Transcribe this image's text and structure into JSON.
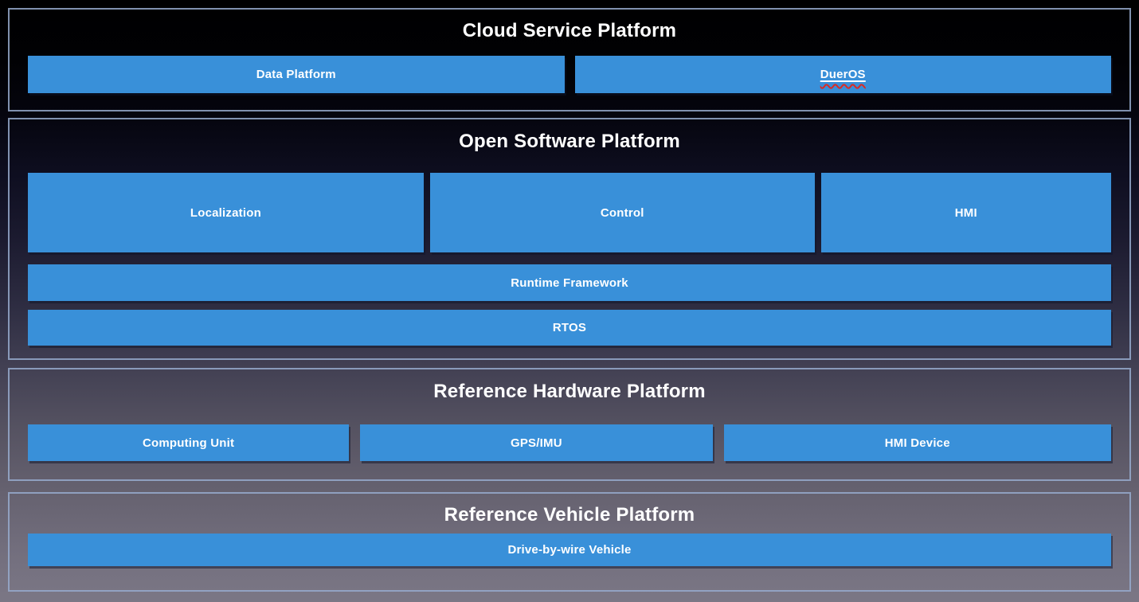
{
  "diagram": {
    "sections": [
      {
        "title": "Cloud Service Platform",
        "boxes": [
          {
            "label": "Data Platform"
          },
          {
            "label": "DuerOS",
            "decoration": "underline-with-red-spellcheck-squiggle"
          }
        ]
      },
      {
        "title": "Open Software Platform",
        "modules": [
          {
            "label": "Localization"
          },
          {
            "label": "Control"
          },
          {
            "label": "HMI"
          }
        ],
        "layers": [
          {
            "label": "Runtime Framework"
          },
          {
            "label": "RTOS"
          }
        ]
      },
      {
        "title": "Reference Hardware Platform",
        "boxes": [
          {
            "label": "Computing Unit"
          },
          {
            "label": "GPS/IMU"
          },
          {
            "label": "HMI Device"
          }
        ]
      },
      {
        "title": "Reference Vehicle Platform",
        "boxes": [
          {
            "label": "Drive-by-wire Vehicle"
          }
        ]
      }
    ],
    "colors": {
      "box_fill": "#3990d9",
      "section_border": "#96aacd",
      "title_text": "#ffffff",
      "box_text": "#ffffff",
      "spellcheck_underline": "#d92b25",
      "background_top": "#000000",
      "background_bottom": "#7b7785"
    }
  }
}
